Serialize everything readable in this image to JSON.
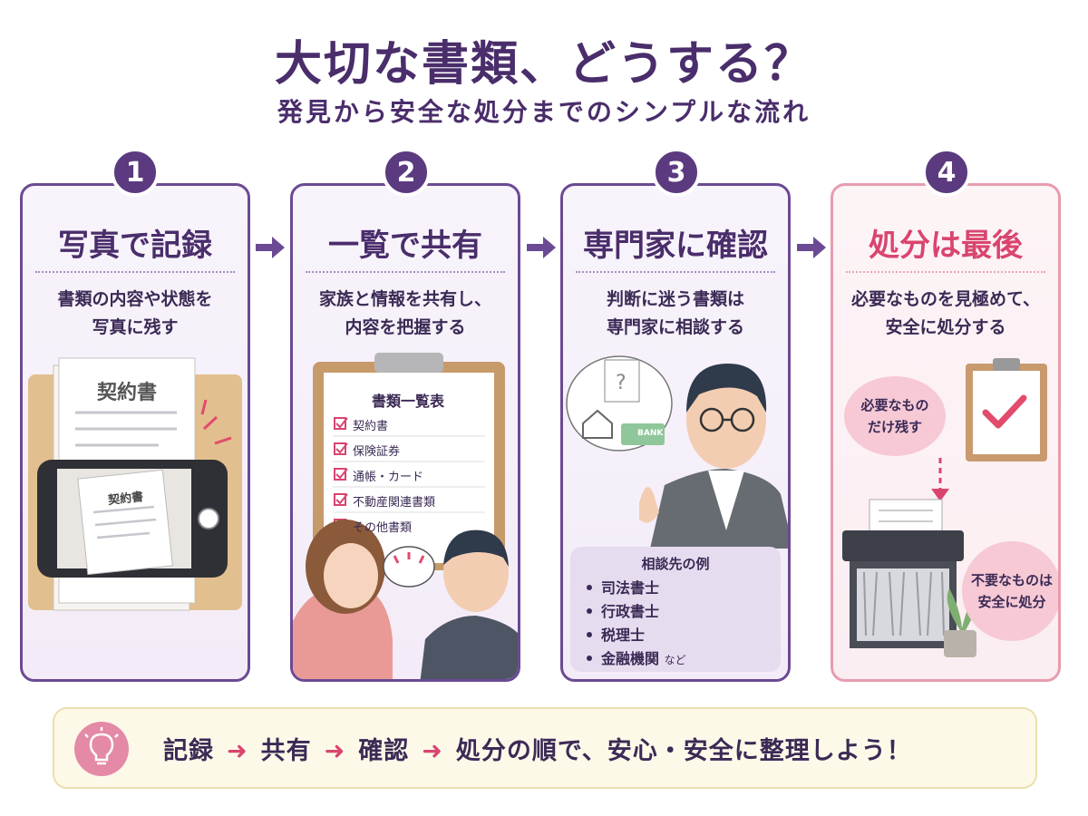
{
  "title": "大切な書類、どうする？",
  "subtitle": "発見から安全な処分までのシンプルな流れ",
  "steps": [
    {
      "number": "1",
      "title": "写真で記録",
      "desc_line1": "書類の内容や状態を",
      "desc_line2": "写真に残す",
      "doc_label": "契約書",
      "phone_doc_label": "契約書"
    },
    {
      "number": "2",
      "title": "一覧で共有",
      "desc_line1": "家族と情報を共有し、",
      "desc_line2": "内容を把握する",
      "clipboard_title": "書類一覧表",
      "checklist": [
        "契約書",
        "保険証券",
        "通帳・カード",
        "不動産関連書類",
        "その他書類"
      ]
    },
    {
      "number": "3",
      "title": "専門家に確認",
      "desc_line1": "判断に迷う書類は",
      "desc_line2": "専門家に相談する",
      "bank_label": "BANK",
      "consult_title": "相談先の例",
      "consult_items": [
        "司法書士",
        "行政書士",
        "税理士",
        "金融機関"
      ],
      "consult_suffix": "など"
    },
    {
      "number": "4",
      "title": "処分は最後",
      "desc_line1": "必要なものを見極めて、",
      "desc_line2": "安全に処分する",
      "keep_bubble_line1": "必要なもの",
      "keep_bubble_line2": "だけ残す",
      "dispose_bubble_line1": "不要なものは",
      "dispose_bubble_line2": "安全に処分"
    }
  ],
  "footer": {
    "word1": "記録",
    "word2": "共有",
    "word3": "確認",
    "word4": "処分",
    "tail": "の順で、安心・安全に整理しよう！",
    "arrow": "➜"
  },
  "colors": {
    "primary": "#5b3a80",
    "accent_pink": "#d9456f",
    "card_bg": "#f5eff9",
    "footer_bg": "#fdf9e9"
  },
  "icons": [
    "camera-phone-icon",
    "clipboard-icon",
    "expert-person-icon",
    "shredder-icon",
    "lightbulb-icon",
    "right-arrow-icon"
  ]
}
